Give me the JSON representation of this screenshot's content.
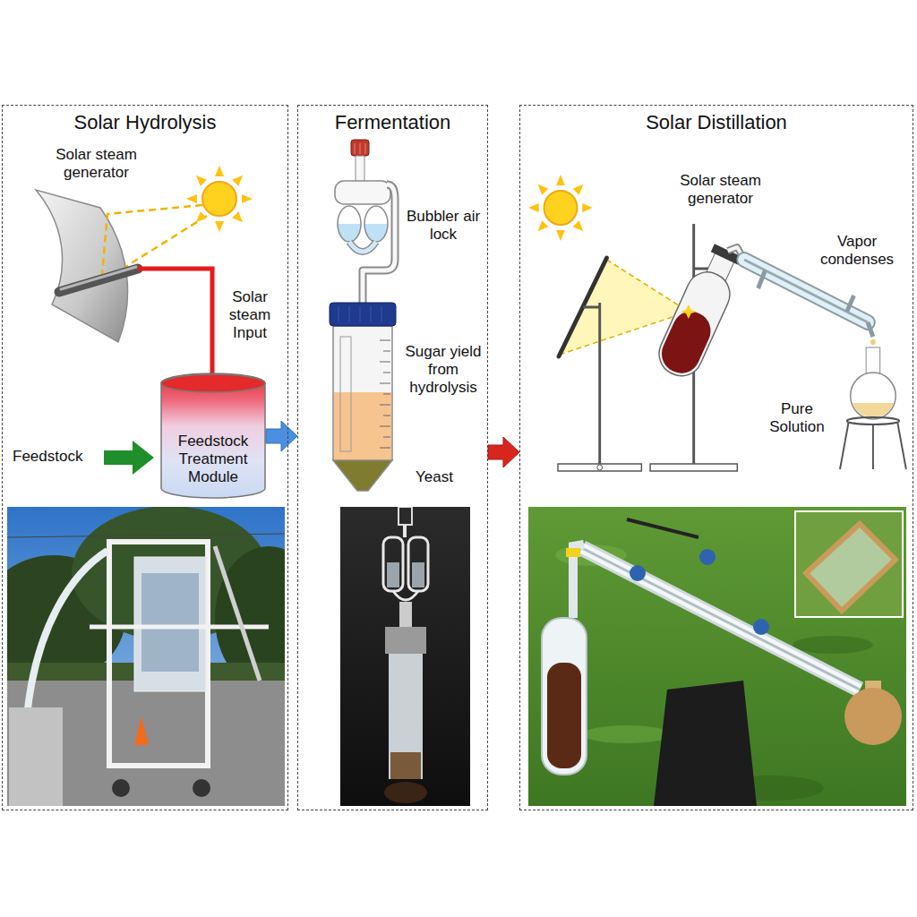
{
  "diagram": {
    "nodes": [
      {
        "text": [
          "Solar Hydrolysis"
        ]
      },
      {
        "text": [
          "Feedstock Treatment Module"
        ],
        "in": 0
      },
      {
        "text": [
          "Fermentation"
        ]
      },
      {
        "text": [
          "Solar Distillation"
        ]
      }
    ],
    "edges": [
      {
        "from": 1,
        "to": 2,
        "arrow": "to"
      },
      {
        "from": 2,
        "to": 3,
        "arrow": "to"
      }
    ],
    "labels": [
      "Solar steam generator",
      "Solar steam Input",
      "Feedstock",
      "Bubbler air lock",
      "Sugar yield from hydrolysis",
      "Yeast",
      "Solar steam generator",
      "Vapor condenses",
      "Pure Solution"
    ]
  }
}
